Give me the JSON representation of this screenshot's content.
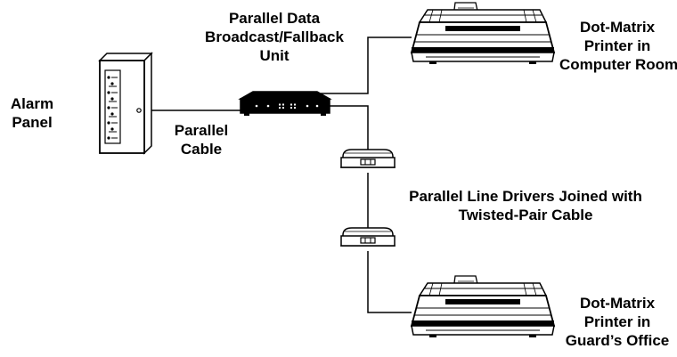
{
  "labels": {
    "alarm_panel": [
      "Alarm",
      "Panel"
    ],
    "broadcast_unit": [
      "Parallel Data",
      "Broadcast/Fallback",
      "Unit"
    ],
    "parallel_cable": [
      "Parallel",
      "Cable"
    ],
    "printer_computer_room": [
      "Dot-Matrix",
      "Printer in",
      "Computer Room"
    ],
    "line_drivers": [
      "Parallel Line Drivers Joined with",
      "Twisted-Pair Cable"
    ],
    "printer_guards_office": [
      "Dot-Matrix",
      "Printer in",
      "Guard’s Office"
    ]
  },
  "icons": [
    "alarm-panel-icon",
    "broadcast-unit-icon",
    "line-driver-icon",
    "dot-matrix-printer-icon"
  ],
  "colors": {
    "ink": "#000000",
    "paper": "#ffffff"
  }
}
